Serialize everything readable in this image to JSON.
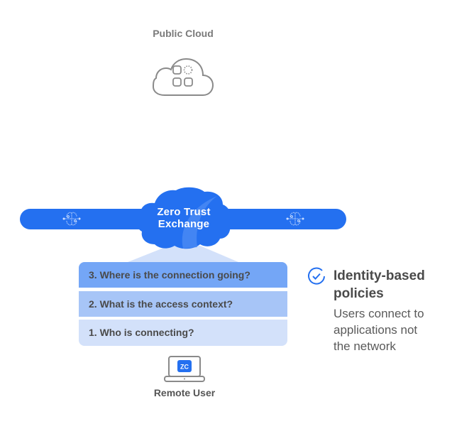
{
  "public_cloud": {
    "label": "Public Cloud",
    "icon": "cloud-apps-icon"
  },
  "exchange": {
    "label": "Zero Trust Exchange",
    "line1": "Zero Trust",
    "line2": "Exchange",
    "icon": "cloud-icon",
    "left_icon": "brain-circuit-icon",
    "right_icon": "brain-circuit-icon"
  },
  "policy_steps": [
    {
      "label": "3. Where is the connection going?"
    },
    {
      "label": "2. What is the access context?"
    },
    {
      "label": "1. Who is connecting?"
    }
  ],
  "remote_user": {
    "label": "Remote User",
    "icon": "laptop-icon",
    "badge": "ZC"
  },
  "feature": {
    "icon": "check-circle-icon",
    "title": "Identity-based policies",
    "title_line1": "Identity-based",
    "title_line2": "policies",
    "description_lines": [
      "Users connect to",
      "applications not",
      "the network"
    ]
  },
  "colors": {
    "brand_blue": "#2470f0",
    "step3": "#74a6f6",
    "step2": "#a7c5f7",
    "step1": "#d3e1fa",
    "funnel": "#d3e1fa",
    "text_gray": "#4a4a4a"
  }
}
